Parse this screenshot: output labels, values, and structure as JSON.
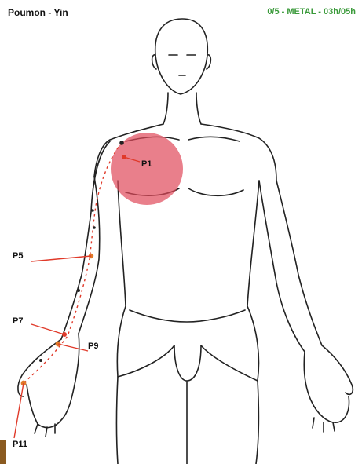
{
  "header": {
    "title": "Poumon - Yin",
    "meta": "0/5 - METAL - 03h/05h",
    "meta_color": "#3a9a3a"
  },
  "colors": {
    "meridian": "#e03a2a",
    "highlight": "#e0485a",
    "outline": "#222222"
  },
  "points": [
    {
      "id": "p1",
      "label": "P1"
    },
    {
      "id": "p5",
      "label": "P5"
    },
    {
      "id": "p7",
      "label": "P7"
    },
    {
      "id": "p9",
      "label": "P9"
    },
    {
      "id": "p11",
      "label": "P11"
    }
  ]
}
